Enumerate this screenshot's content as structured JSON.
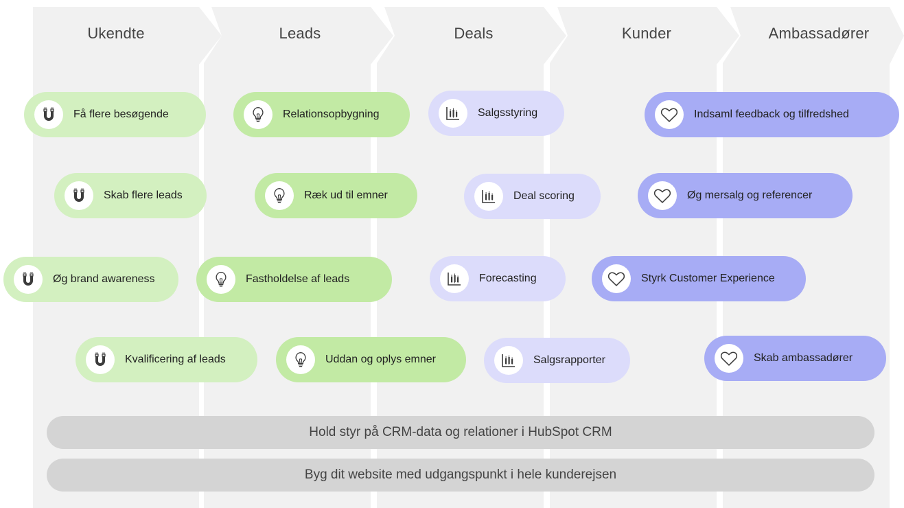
{
  "stages": [
    "Ukendte",
    "Leads",
    "Deals",
    "Kunder",
    "Ambassadører"
  ],
  "colors": {
    "column": "#f1f1f1",
    "green_light": "#d3f0c0",
    "green": "#c2eaa4",
    "lavender": "#dcdcfb",
    "purple": "#a7acf5",
    "bar": "#d4d4d4",
    "icon": "#3c3c3c"
  },
  "ukendte": {
    "items": [
      {
        "label": "Få flere besøgende",
        "icon": "magnet-icon"
      },
      {
        "label": "Skab flere leads",
        "icon": "magnet-icon"
      },
      {
        "label": "Øg brand awareness",
        "icon": "magnet-icon"
      },
      {
        "label": "Kvalificering af leads",
        "icon": "magnet-icon"
      }
    ]
  },
  "leads": {
    "items": [
      {
        "label": "Relationsopbygning",
        "icon": "lightbulb-icon"
      },
      {
        "label": "Ræk ud til emner",
        "icon": "lightbulb-icon"
      },
      {
        "label": "Fastholdelse af leads",
        "icon": "lightbulb-icon"
      },
      {
        "label": "Uddan og oplys emner",
        "icon": "lightbulb-icon"
      }
    ]
  },
  "deals": {
    "items": [
      {
        "label": "Salgsstyring",
        "icon": "chart-icon"
      },
      {
        "label": "Deal scoring",
        "icon": "chart-icon"
      },
      {
        "label": "Forecasting",
        "icon": "chart-icon"
      },
      {
        "label": "Salgsrapporter",
        "icon": "chart-icon"
      }
    ]
  },
  "kunder": {
    "items": [
      {
        "label": "Indsaml feedback og tilfredshed",
        "icon": "heart-icon"
      },
      {
        "label": "Øg mersalg og referencer",
        "icon": "heart-icon"
      },
      {
        "label": "Styrk Customer Experience",
        "icon": "heart-icon"
      },
      {
        "label": "Skab ambassadører",
        "icon": "heart-icon"
      }
    ]
  },
  "bars": [
    "Hold styr på CRM-data og relationer i HubSpot CRM",
    "Byg dit website med udgangspunkt i hele kunderejsen"
  ]
}
